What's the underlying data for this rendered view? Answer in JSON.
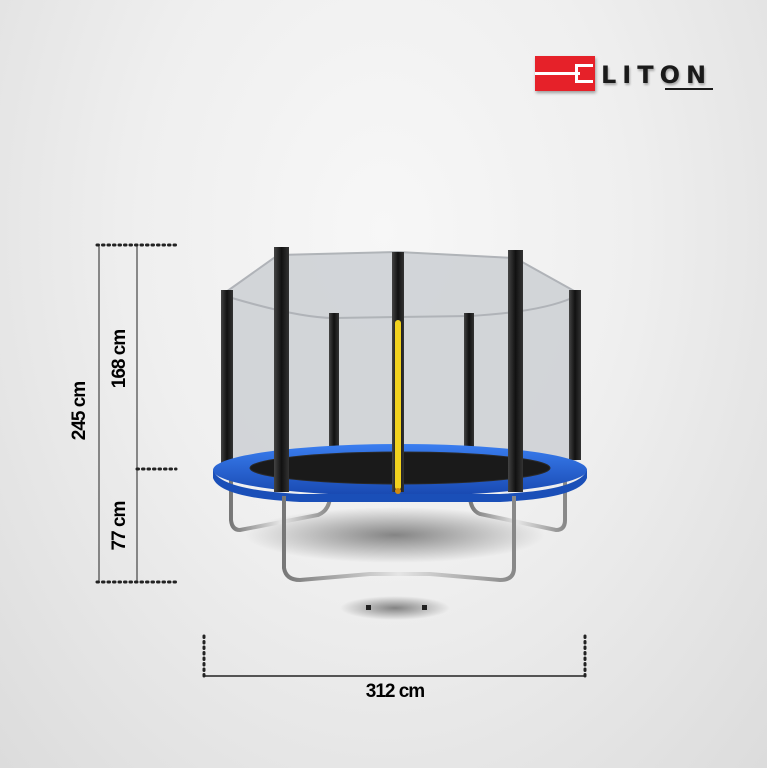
{
  "brand": {
    "name": "LITON",
    "mark_color": "#e62129",
    "text_color": "#1a1a1a"
  },
  "product": {
    "type": "trampoline with safety net and ladder",
    "colors": {
      "pad": "#1f5fd1",
      "net": "#c9ccd0",
      "poles": "#1b1b1b",
      "zipper": "#f2d21e",
      "frame": "#a9a9a9"
    }
  },
  "dimensions": {
    "total_height": "245 cm",
    "net_height": "168 cm",
    "frame_height": "77 cm",
    "diameter": "312 cm"
  }
}
